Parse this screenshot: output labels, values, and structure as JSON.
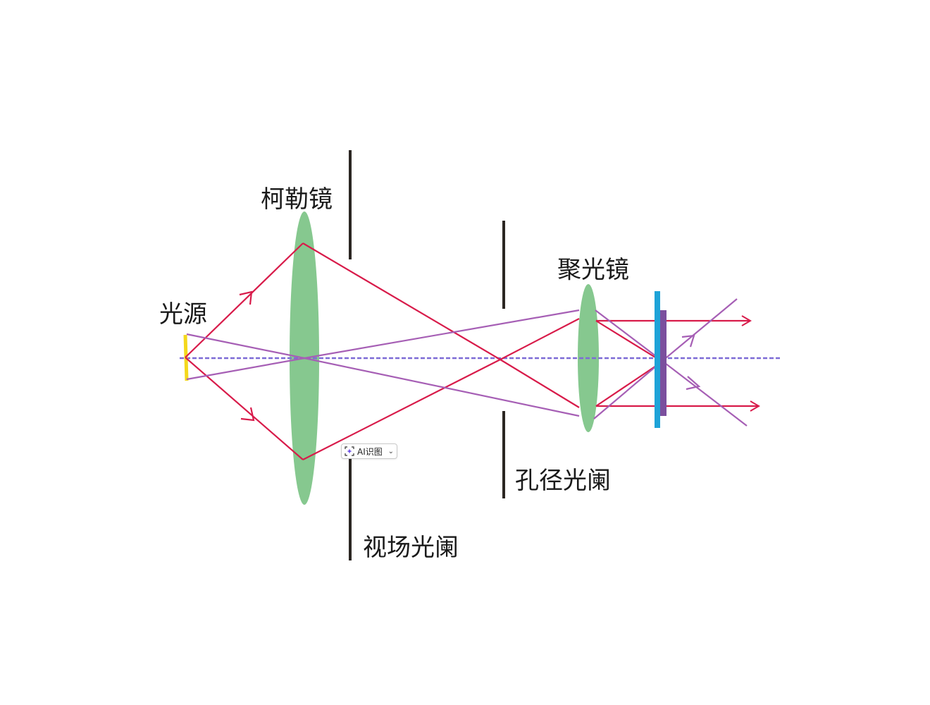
{
  "labels": {
    "light_source": "光源",
    "kohler_lens": "柯勒镜",
    "field_stop": "视场光阑",
    "condenser": "聚光镜",
    "aperture_stop": "孔径光阑"
  },
  "ai_chip": {
    "label": "AI识图",
    "icon": "ai-scan-icon",
    "caret": "⌄"
  },
  "colors": {
    "red_ray": "#d81b4a",
    "purple_ray": "#a65fb5",
    "lens": "#86c88f",
    "source": "#f4d81c",
    "specimen_blue": "#1ea3d8",
    "specimen_purple": "#7b4f9e",
    "axis": "#7d6bd6",
    "stop": "#2b2622"
  }
}
